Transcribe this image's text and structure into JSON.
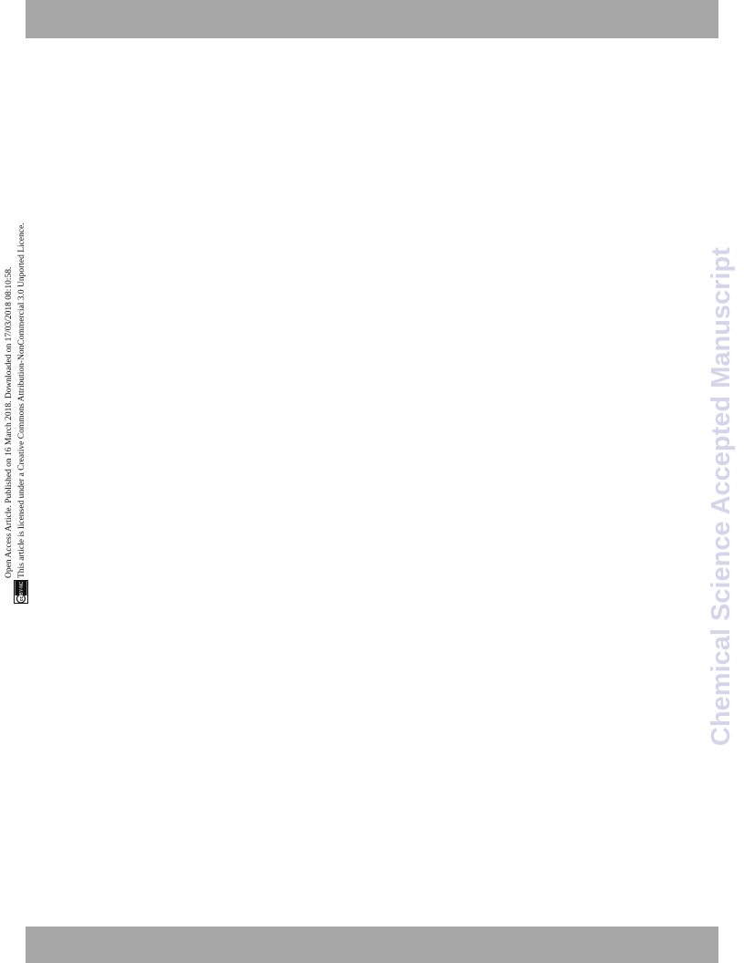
{
  "page": {
    "notice": {
      "line1": "Open Access Article. Published on 16 March 2018. Downloaded on 17/03/2018 08:10:58.",
      "line2": "This article is licensed under a Creative Commons Attribution-NonCommercial 3.0 Unported Licence.",
      "license_badge": {
        "symbol": "cc",
        "text": "BY-NC"
      }
    },
    "watermark": "Chemical Science Accepted Manuscript",
    "colors": {
      "header_bar": "#a6a6a6",
      "footer_bar": "#a6a6a6",
      "watermark": "#d6d4ea"
    }
  }
}
